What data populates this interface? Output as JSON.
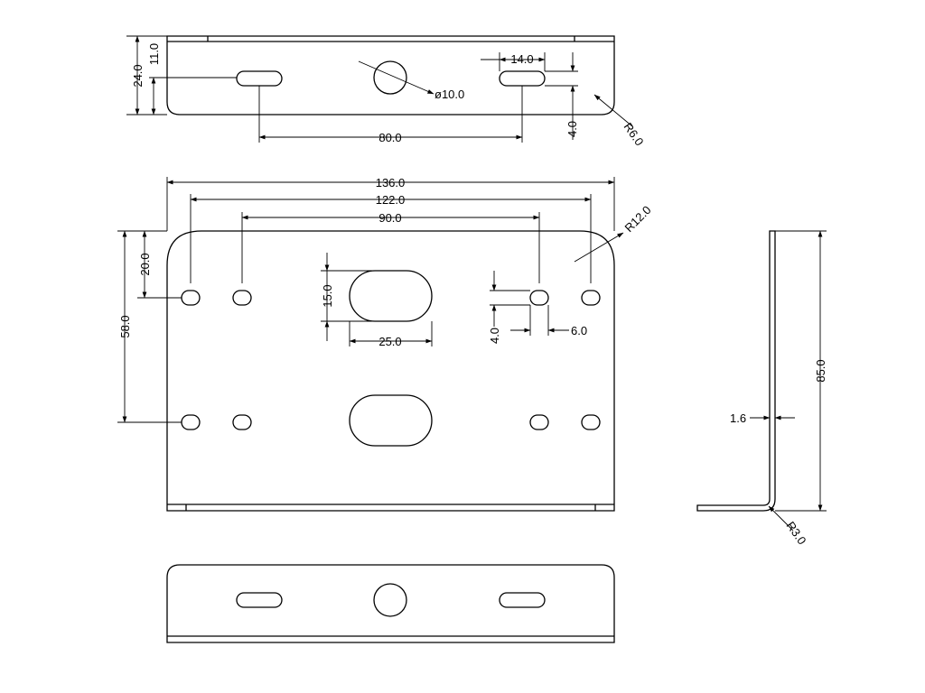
{
  "drawing": {
    "dimensions": {
      "top_height_total": "24.0",
      "top_height_slot": "11.0",
      "top_slot_length": "14.0",
      "top_hole_diameter": "ø10.0",
      "top_slot_spacing": "80.0",
      "top_slot_width": "4.0",
      "top_corner_radius": "R6.0",
      "front_overall_width": "136.0",
      "front_outer_holes": "122.0",
      "front_inner_holes": "90.0",
      "front_corner_radius": "R12.0",
      "front_hole_offset": "20.0",
      "front_hole_pitch": "58.0",
      "front_slot_height": "15.0",
      "front_slot_width": "25.0",
      "front_small_slot_height": "4.0",
      "front_small_slot_width": "6.0",
      "side_height": "85.0",
      "side_thickness": "1.6",
      "side_bend_radius": "R3.0"
    }
  }
}
